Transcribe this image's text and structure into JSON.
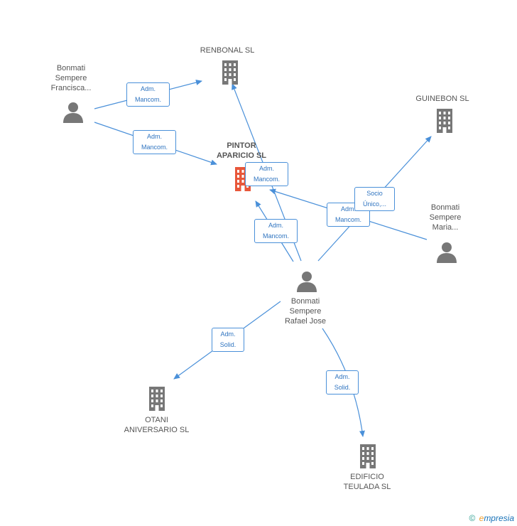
{
  "nodes": {
    "renbonal": {
      "lines": [
        "RENBONAL SL"
      ]
    },
    "guinebon": {
      "lines": [
        "GUINEBON SL"
      ]
    },
    "pintor": {
      "lines": [
        "PINTOR",
        "APARICIO SL"
      ]
    },
    "francisca": {
      "lines": [
        "Bonmati",
        "Sempere",
        "Francisca..."
      ]
    },
    "maria": {
      "lines": [
        "Bonmati",
        "Sempere",
        "Maria..."
      ]
    },
    "rafael": {
      "lines": [
        "Bonmati",
        "Sempere",
        "Rafael Jose"
      ]
    },
    "otani": {
      "lines": [
        "OTANI",
        "ANIVERSARIO SL"
      ]
    },
    "edificio": {
      "lines": [
        "EDIFICIO",
        "TEULADA SL"
      ]
    }
  },
  "edges": {
    "e1": {
      "lines": [
        "Adm.",
        "Mancom."
      ]
    },
    "e2": {
      "lines": [
        "Adm.",
        "Mancom."
      ]
    },
    "e3": {
      "lines": [
        "Adm.",
        "Mancom."
      ]
    },
    "e4": {
      "lines": [
        "Socio",
        "Único,..."
      ]
    },
    "e5": {
      "lines": [
        "Adm.",
        "Mancom."
      ]
    },
    "e6": {
      "lines": [
        "Adm.",
        "Mancom."
      ]
    },
    "e7": {
      "lines": [
        "Adm.",
        "Solid."
      ]
    },
    "e8": {
      "lines": [
        "Adm.",
        "Solid."
      ]
    }
  },
  "colors": {
    "edge": "#4a90d9",
    "company": "#777777",
    "focal": "#e8573a",
    "person": "#777777"
  },
  "footer": {
    "copyright": "©",
    "brand_e": "e",
    "brand_rest": "mpresia"
  }
}
